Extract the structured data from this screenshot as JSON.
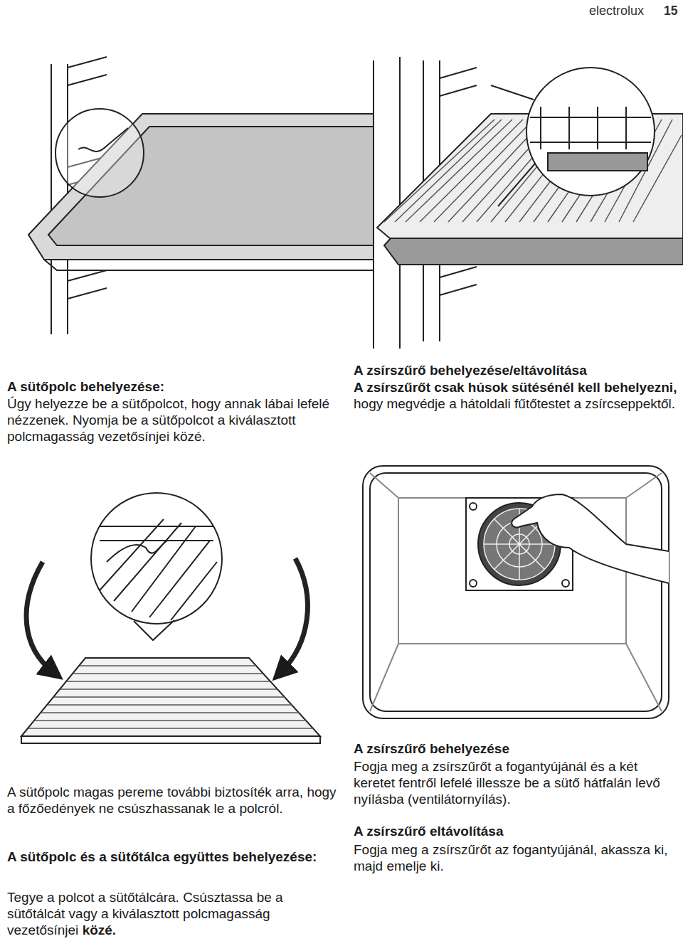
{
  "diagram": {
    "labels": [
      "electrolux",
      "15",
      "A sütőpolc behelyezése:",
      "Úgy helyezze be a sütőpolcot, hogy annak lábai lefelé nézzenek. Nyomja be a sütőpolcot a kiválasztott polcmagasság vezetősínjei közé.",
      "A zsírszűrő behelyezése/eltávolítása",
      "A zsírszűrőt csak húsok sütésénél kell behelyezni,",
      "hogy megvédje a hátoldali fűtőtestet a zsírcseppektől.",
      "A sütőpolc magas pereme további biztosíték arra, hogy a főzőedények ne csúszhassanak le a polcról.",
      "A sütőpolc és a sütőtálca együttes behelyezése:",
      "Tegye a polcot a sütőtálcára. Csúsztassa be a sütőtálcát vagy a kiválasztott polcmagasság vezetősínjei",
      "közé.",
      "A zsírszűrő behelyezése",
      "Fogja meg a zsírszűrőt a fogantyújánál és a két keretet fentről lefelé illessze be a sütő hátfalán levő nyílásba (ventilátornyílás).",
      "A zsírszűrő eltávolítása",
      "Fogja meg a zsírszűrőt az fogantyújánál, akassza ki, majd emelje ki."
    ]
  }
}
